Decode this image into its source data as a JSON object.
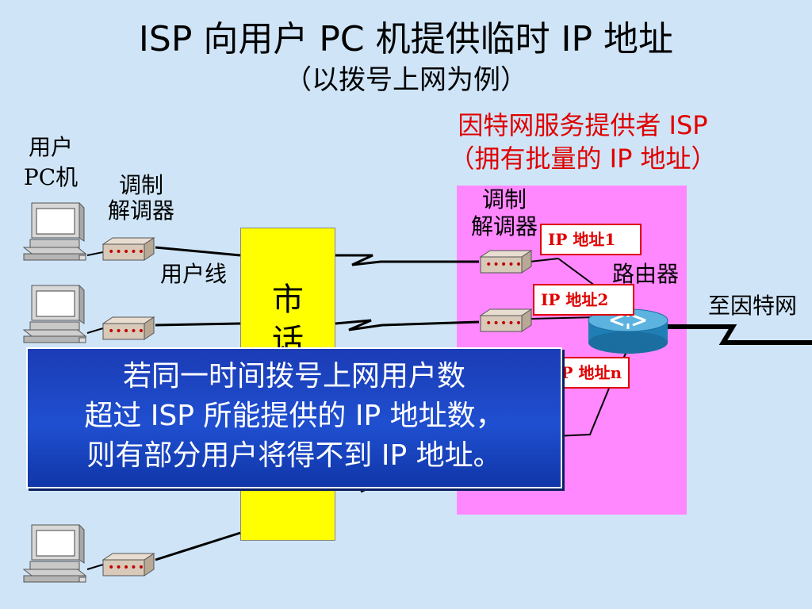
{
  "title": "ISP 向用户 PC 机提供临时 IP 地址",
  "subtitle": "（以拨号上网为例）",
  "isp": {
    "title": "因特网服务提供者 ISP",
    "subtitle": "（拥有批量的 IP 地址）",
    "modem_label_1": "调制",
    "modem_label_2": "解调器",
    "router_label": "路由器",
    "to_internet": "至因特网",
    "ip_addresses": [
      "IP 地址1",
      "IP 地址2",
      "IP 地址n"
    ]
  },
  "user": {
    "pc_label_1": "用户",
    "pc_label_2": "PC机",
    "modem_label_1": "调制",
    "modem_label_2": "解调器",
    "line_label": "用户线"
  },
  "exchange": {
    "chars": [
      "市",
      "话"
    ]
  },
  "banner": {
    "line1": "若同一时间拨号上网用户数",
    "line2": "超过 ISP 所能提供的 IP 地址数，",
    "line3": "则有部分用户将得不到 IP 地址。"
  },
  "colors": {
    "background": "#cfe5f7",
    "isp_box": "#ff88ff",
    "exchange": "#ffff00",
    "accent_red": "#e00000",
    "banner": "#1f4fd0"
  }
}
